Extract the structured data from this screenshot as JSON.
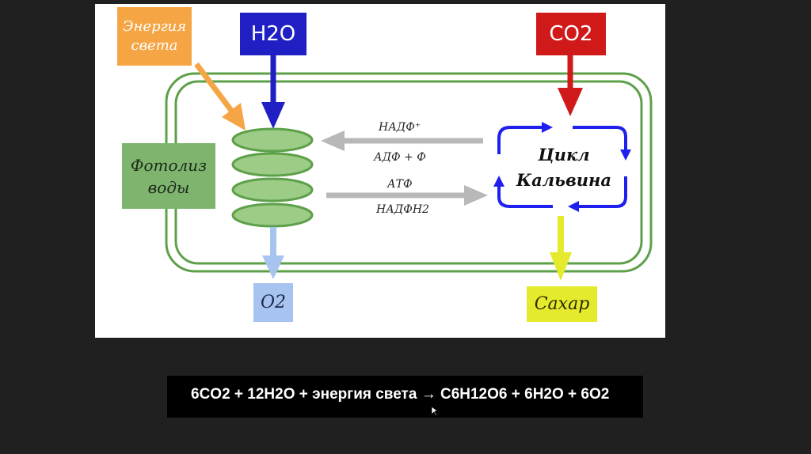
{
  "diagram": {
    "light_energy": "Энергия\nсвета",
    "water_in": "H2O",
    "co2_in": "CO2",
    "photolysis": "Фотолиз\nводы",
    "oxygen_out": "O2",
    "sugar_out": "Сахар",
    "calvin_cycle": "Цикл\nКальвина",
    "left_arrow_top": "НАДФ⁺",
    "left_arrow_bottom": "АДФ + Ф",
    "right_arrow_top": "АТФ",
    "right_arrow_bottom": "НАДФН2"
  },
  "formula": "6CO2 + 12H2O + энергия света → C6H12O6 + 6H2O + 6O2",
  "colors": {
    "light": "#f5a544",
    "water": "#1f1fc4",
    "co2": "#d01a1a",
    "chloroplast": "#5ea04a",
    "thylakoid": "#9ccc86",
    "oxygen": "#a7c3ef",
    "sugar": "#e6ea2c",
    "cycle": "#2020ee",
    "gray_arrow": "#b8b8b8"
  }
}
